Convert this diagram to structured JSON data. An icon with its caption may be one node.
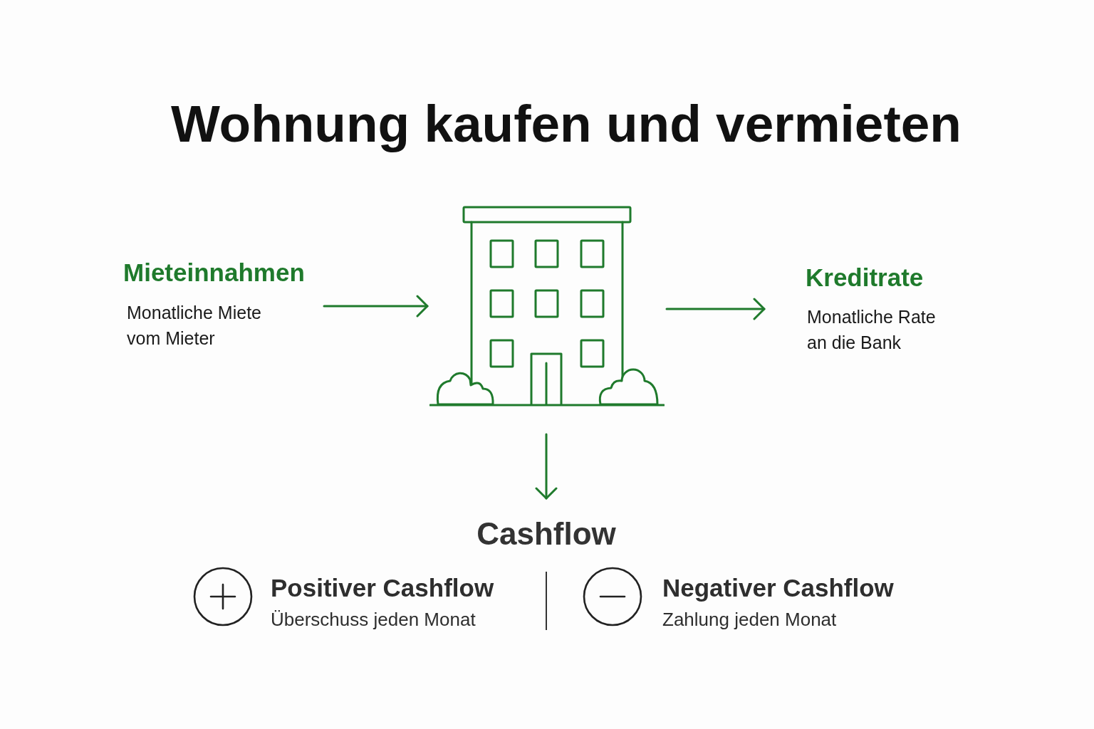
{
  "diagram": {
    "title": "Wohnung kaufen und vermieten",
    "nodes": [
      {
        "text": [
          "Mieteinnahmen",
          "Monatliche Miete vom Mieter"
        ]
      },
      {
        "text": [],
        "shape": "picture"
      },
      {
        "text": [
          "Kreditrate",
          "Monatliche Rate an die Bank"
        ]
      },
      {
        "text": [
          "Cashflow"
        ]
      }
    ],
    "edges": [
      {
        "from": 0,
        "to": 1,
        "arrow": "to"
      },
      {
        "from": 1,
        "to": 2,
        "arrow": "to"
      },
      {
        "from": 1,
        "to": 3,
        "arrow": "to"
      }
    ],
    "labels": [
      "Positiver Cashflow",
      "Überschuss jeden Monat",
      "Negativer Cashflow",
      "Zahlung jeden Monat"
    ]
  }
}
